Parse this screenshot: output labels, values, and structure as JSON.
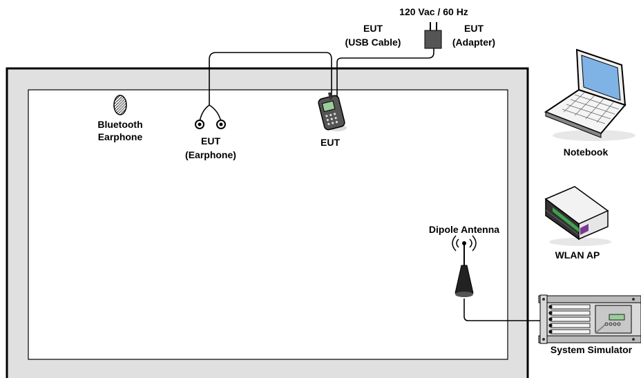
{
  "labels": {
    "power_supply": "120 Vac / 60 Hz",
    "eut_usb_line1": "EUT",
    "eut_usb_line2": "(USB Cable)",
    "eut_adapter_line1": "EUT",
    "eut_adapter_line2": "(Adapter)",
    "bluetooth_line1": "Bluetooth",
    "bluetooth_line2": "Earphone",
    "eut_earphone_line1": "EUT",
    "eut_earphone_line2": "(Earphone)",
    "eut_phone": "EUT",
    "notebook": "Notebook",
    "wlan_ap": "WLAN AP",
    "dipole_antenna": "Dipole Antenna",
    "system_simulator": "System Simulator"
  },
  "colors": {
    "chamber_frame": "#e0e0e0",
    "outline": "#000000",
    "screen_blue": "#7fb3e6",
    "router_green": "#3fa34d",
    "router_purple": "#7a3b8f",
    "simulator_gray": "#d9d9d9"
  }
}
